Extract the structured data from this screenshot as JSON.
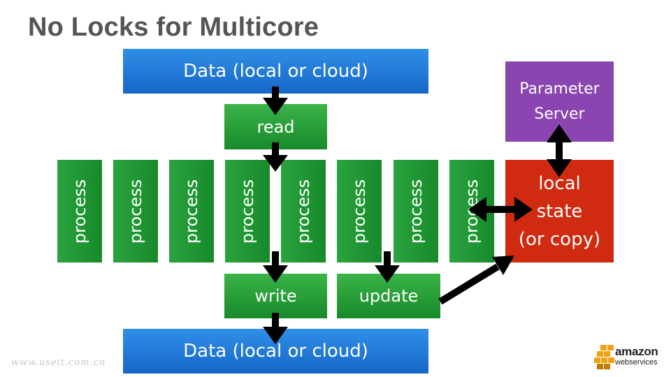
{
  "title": "No Locks for Multicore",
  "data_top": "Data (local or cloud)",
  "data_bottom": "Data (local or cloud)",
  "read": "read",
  "write": "write",
  "update": "update",
  "parameter_server": "Parameter\nServer",
  "local_state": "local\nstate\n(or copy)",
  "processes": [
    "process",
    "process",
    "process",
    "process",
    "process",
    "process",
    "process",
    "process"
  ],
  "watermark": "www.useit.com.cn",
  "logo": {
    "word": "amazon",
    "sub": "webservices"
  },
  "colors": {
    "data_blue": "#1e78d8",
    "process_green": "#229a36",
    "parameter_purple": "#8a45b0",
    "state_red": "#d02a10",
    "arrow_black": "#000000",
    "logo_orange": "#f0a010"
  }
}
